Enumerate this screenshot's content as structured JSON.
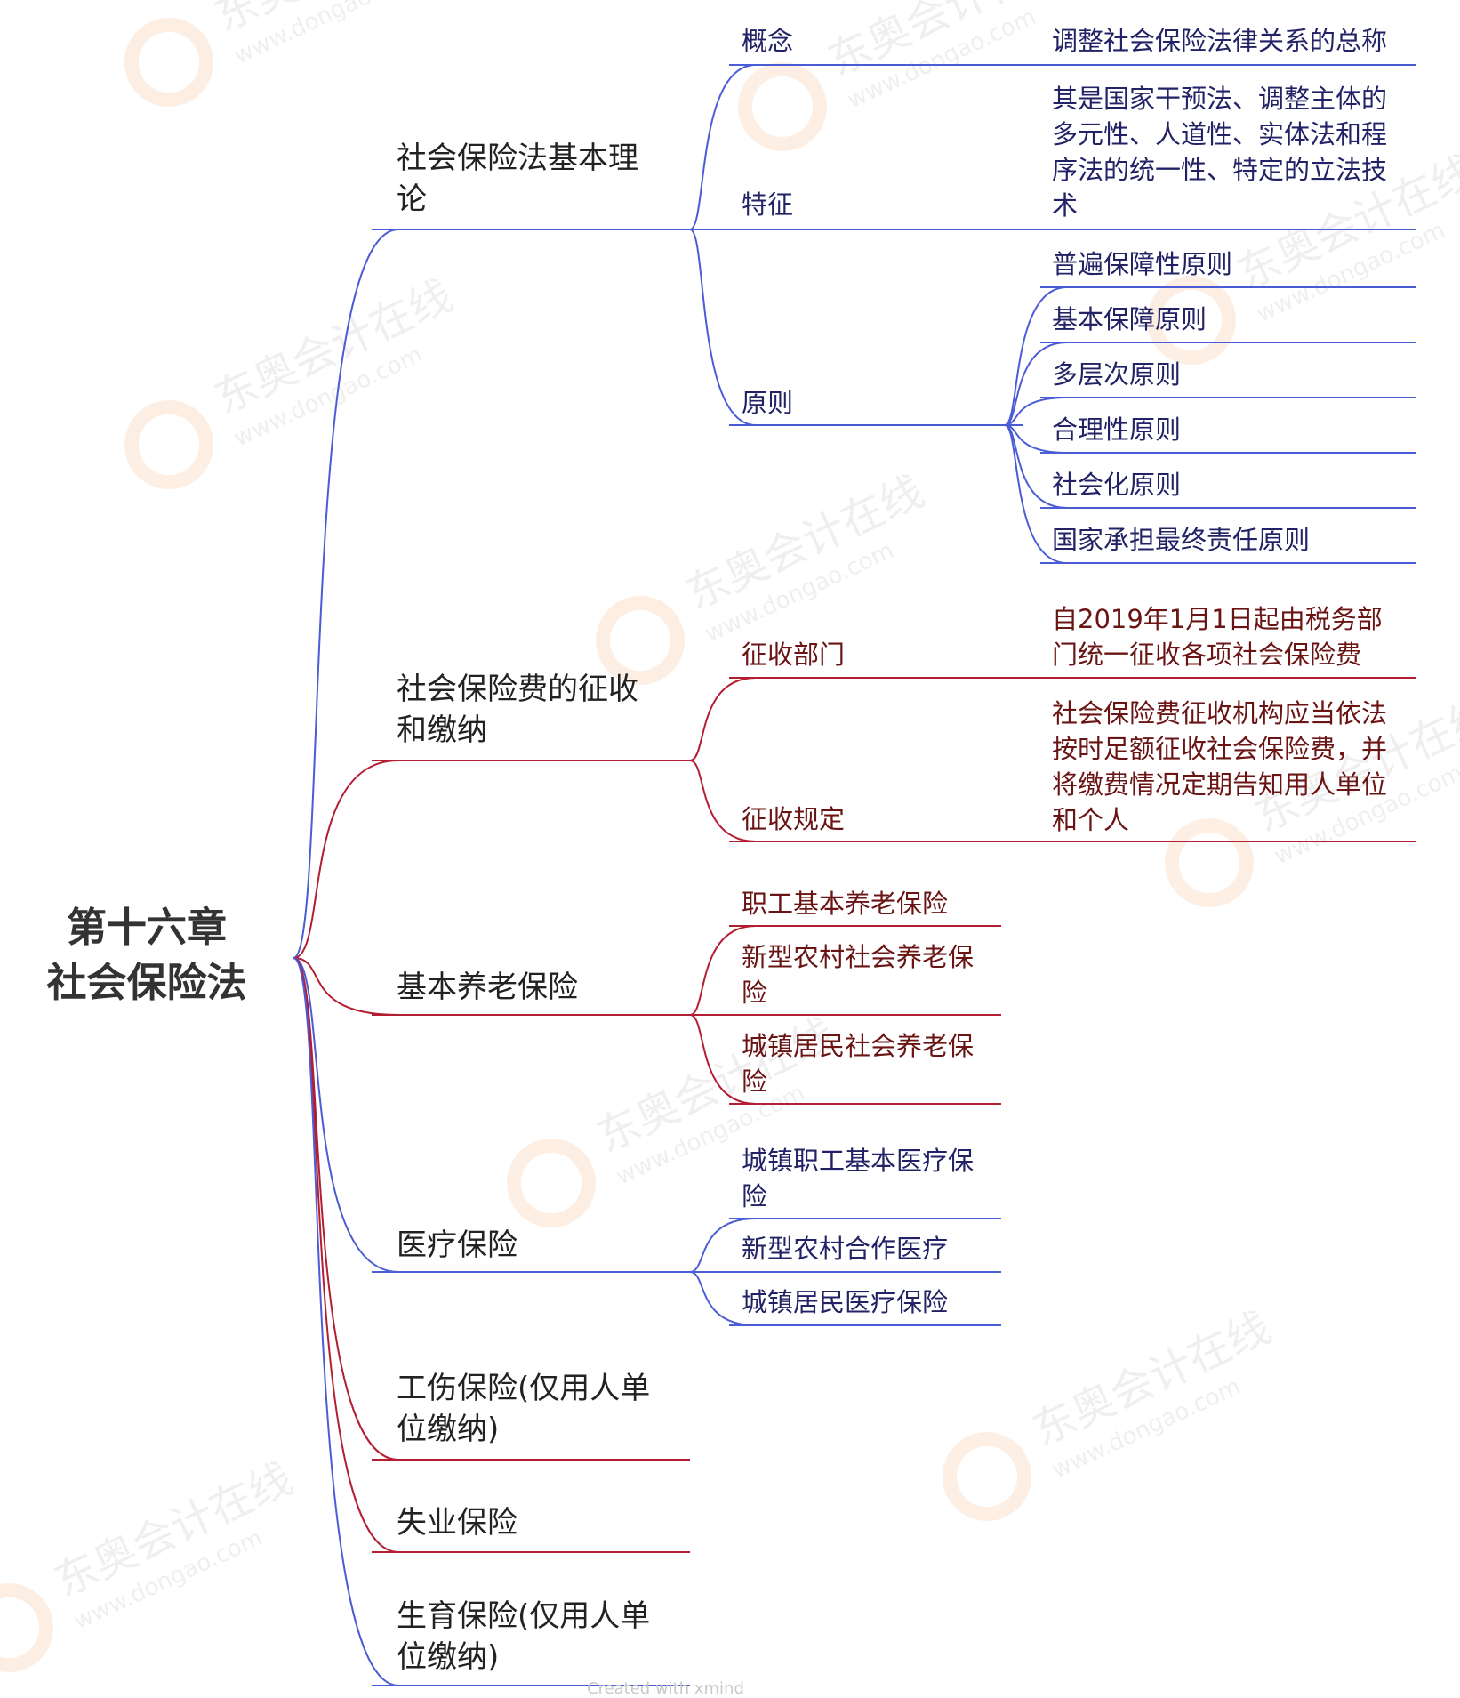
{
  "root": {
    "line1": "第十六章",
    "line2": "社会保险法"
  },
  "colors": {
    "blue": "#4a5cd6",
    "red": "#b41e32",
    "root_text": "#333333",
    "blue_text": "#222266",
    "red_text": "#6a1414"
  },
  "branches": [
    {
      "label": "社会保险法基本理论",
      "color": "blue",
      "children": [
        {
          "label": "概念",
          "children": [
            {
              "label": "调整社会保险法律关系的总称"
            }
          ]
        },
        {
          "label": "特征",
          "children": [
            {
              "label": "其是国家干预法、调整主体的多元性、人道性、实体法和程序法的统一性、特定的立法技术"
            }
          ]
        },
        {
          "label": "原则",
          "children": [
            {
              "label": "普遍保障性原则"
            },
            {
              "label": "基本保障原则"
            },
            {
              "label": "多层次原则"
            },
            {
              "label": "合理性原则"
            },
            {
              "label": "社会化原则"
            },
            {
              "label": "国家承担最终责任原则"
            }
          ]
        }
      ]
    },
    {
      "label": "社会保险费的征收和缴纳",
      "color": "red",
      "children": [
        {
          "label": "征收部门",
          "children": [
            {
              "label": "自2019年1月1日起由税务部门统一征收各项社会保险费"
            }
          ]
        },
        {
          "label": "征收规定",
          "children": [
            {
              "label": "社会保险费征收机构应当依法按时足额征收社会保险费，并将缴费情况定期告知用人单位和个人"
            }
          ]
        }
      ]
    },
    {
      "label": "基本养老保险",
      "color": "red",
      "children": [
        {
          "label": "职工基本养老保险"
        },
        {
          "label": "新型农村社会养老保险"
        },
        {
          "label": "城镇居民社会养老保险"
        }
      ]
    },
    {
      "label": "医疗保险",
      "color": "blue",
      "children": [
        {
          "label": "城镇职工基本医疗保险"
        },
        {
          "label": "新型农村合作医疗"
        },
        {
          "label": "城镇居民医疗保险"
        }
      ]
    },
    {
      "label": "工伤保险(仅用人单位缴纳)",
      "color": "red",
      "children": []
    },
    {
      "label": "失业保险",
      "color": "red",
      "children": []
    },
    {
      "label": "生育保险(仅用人单位缴纳)",
      "color": "blue",
      "children": []
    }
  ],
  "watermark": {
    "brand": "东奥会计在线",
    "site": "www.dongao.com"
  },
  "footer": "Created with xmind"
}
